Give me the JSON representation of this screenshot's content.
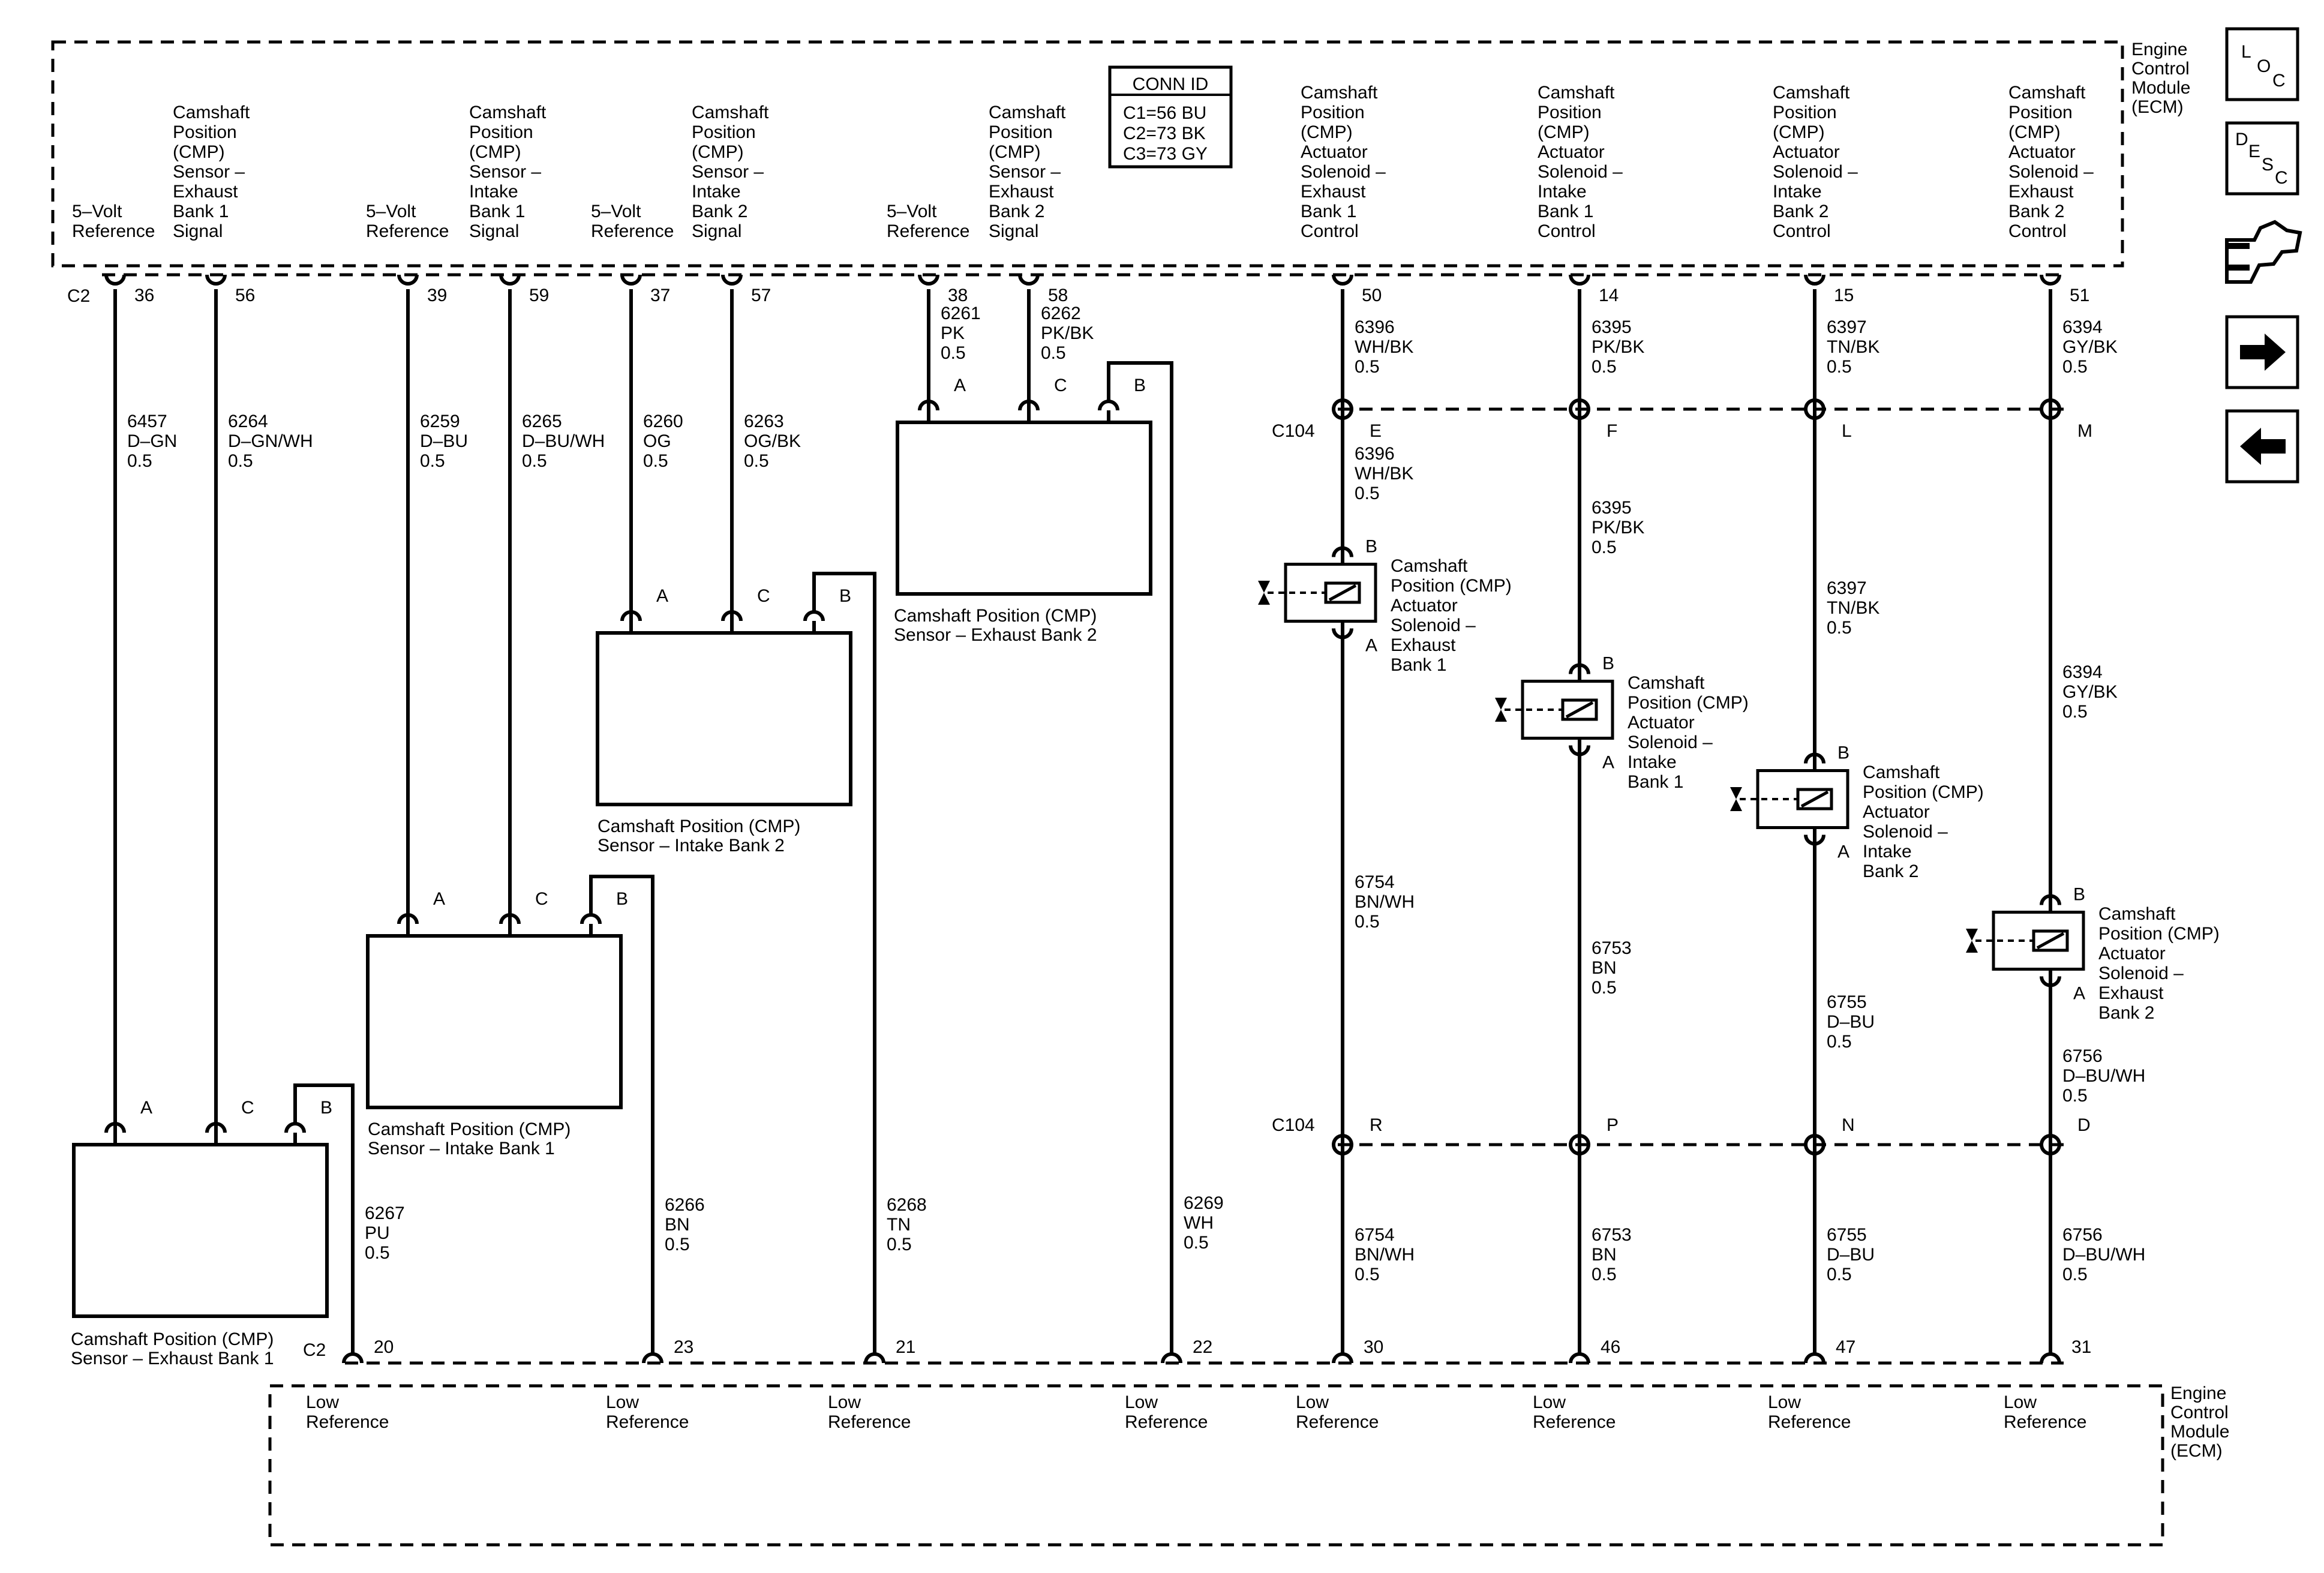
{
  "ecm_top": {
    "name": [
      "Engine",
      "Control",
      "Module",
      "(ECM)"
    ],
    "conn_id": {
      "title": "CONN ID",
      "lines": [
        "C1=56 BU",
        "C2=73 BK",
        "C3=73 GY"
      ]
    },
    "connector_label": "C2",
    "pins": [
      {
        "label": [
          "5–Volt",
          "Reference"
        ],
        "pin": "36"
      },
      {
        "label": [
          "Camshaft",
          "Position",
          "(CMP)",
          "Sensor –",
          "Exhaust",
          "Bank 1",
          "Signal"
        ],
        "pin": "56"
      },
      {
        "label": [
          "5–Volt",
          "Reference"
        ],
        "pin": "39"
      },
      {
        "label": [
          "Camshaft",
          "Position",
          "(CMP)",
          "Sensor –",
          "Intake",
          "Bank 1",
          "Signal"
        ],
        "pin": "59"
      },
      {
        "label": [
          "5–Volt",
          "Reference"
        ],
        "pin": "37"
      },
      {
        "label": [
          "Camshaft",
          "Position",
          "(CMP)",
          "Sensor –",
          "Intake",
          "Bank 2",
          "Signal"
        ],
        "pin": "57"
      },
      {
        "label": [
          "5–Volt",
          "Reference"
        ],
        "pin": "38"
      },
      {
        "label": [
          "Camshaft",
          "Position",
          "(CMP)",
          "Sensor –",
          "Exhaust",
          "Bank 2",
          "Signal"
        ],
        "pin": "58"
      },
      {
        "label": [
          "Camshaft",
          "Position",
          "(CMP)",
          "Actuator",
          "Solenoid –",
          "Exhaust",
          "Bank 1",
          "Control"
        ],
        "pin": "50"
      },
      {
        "label": [
          "Camshaft",
          "Position",
          "(CMP)",
          "Actuator",
          "Solenoid –",
          "Intake",
          "Bank 1",
          "Control"
        ],
        "pin": "14"
      },
      {
        "label": [
          "Camshaft",
          "Position",
          "(CMP)",
          "Actuator",
          "Solenoid –",
          "Intake",
          "Bank 2",
          "Control"
        ],
        "pin": "15"
      },
      {
        "label": [
          "Camshaft",
          "Position",
          "(CMP)",
          "Actuator",
          "Solenoid –",
          "Exhaust",
          "Bank 2",
          "Control"
        ],
        "pin": "51"
      }
    ]
  },
  "ecm_bottom": {
    "name": [
      "Engine",
      "Control",
      "Module",
      "(ECM)"
    ],
    "connector_label": "C2",
    "pin_label": [
      "Low",
      "Reference"
    ],
    "pins": [
      "20",
      "23",
      "21",
      "22",
      "30",
      "46",
      "47",
      "31"
    ]
  },
  "wires_top": [
    [
      "6457",
      "D–GN",
      "0.5"
    ],
    [
      "6264",
      "D–GN/WH",
      "0.5"
    ],
    [
      "6259",
      "D–BU",
      "0.5"
    ],
    [
      "6265",
      "D–BU/WH",
      "0.5"
    ],
    [
      "6260",
      "OG",
      "0.5"
    ],
    [
      "6263",
      "OG/BK",
      "0.5"
    ],
    [
      "6261",
      "PK",
      "0.5"
    ],
    [
      "6262",
      "PK/BK",
      "0.5"
    ],
    [
      "6396",
      "WH/BK",
      "0.5"
    ],
    [
      "6395",
      "PK/BK",
      "0.5"
    ],
    [
      "6397",
      "TN/BK",
      "0.5"
    ],
    [
      "6394",
      "GY/BK",
      "0.5"
    ]
  ],
  "wires_low": [
    [
      "6267",
      "PU",
      "0.5"
    ],
    [
      "6266",
      "BN",
      "0.5"
    ],
    [
      "6268",
      "TN",
      "0.5"
    ],
    [
      "6269",
      "WH",
      "0.5"
    ]
  ],
  "c104": {
    "label": "C104",
    "top_pins": [
      "E",
      "F",
      "L",
      "M"
    ],
    "bottom_pins": [
      "R",
      "P",
      "N",
      "D"
    ],
    "wires_mid_top": [
      [
        "6396",
        "WH/BK",
        "0.5"
      ],
      [
        "6395",
        "PK/BK",
        "0.5"
      ],
      [
        "6397",
        "TN/BK",
        "0.5"
      ],
      [
        "6394",
        "GY/BK",
        "0.5"
      ]
    ],
    "wires_mid_bottom": [
      [
        "6754",
        "BN/WH",
        "0.5"
      ],
      [
        "6753",
        "BN",
        "0.5"
      ],
      [
        "6755",
        "D–BU",
        "0.5"
      ],
      [
        "6756",
        "D–BU/WH",
        "0.5"
      ]
    ],
    "wires_bottom": [
      [
        "6754",
        "BN/WH",
        "0.5"
      ],
      [
        "6753",
        "BN",
        "0.5"
      ],
      [
        "6755",
        "D–BU",
        "0.5"
      ],
      [
        "6756",
        "D–BU/WH",
        "0.5"
      ]
    ]
  },
  "sensors": [
    {
      "name": [
        "Camshaft Position (CMP)",
        "Sensor – Exhaust Bank 1"
      ],
      "pins": [
        "A",
        "C",
        "B"
      ]
    },
    {
      "name": [
        "Camshaft Position (CMP)",
        "Sensor – Intake Bank 1"
      ],
      "pins": [
        "A",
        "C",
        "B"
      ]
    },
    {
      "name": [
        "Camshaft Position (CMP)",
        "Sensor – Intake Bank 2"
      ],
      "pins": [
        "A",
        "C",
        "B"
      ]
    },
    {
      "name": [
        "Camshaft Position (CMP)",
        "Sensor – Exhaust Bank 2"
      ],
      "pins": [
        "A",
        "C",
        "B"
      ]
    }
  ],
  "solenoids": [
    {
      "name": [
        "Camshaft",
        "Position (CMP)",
        "Actuator",
        "Solenoid –",
        "Exhaust",
        "Bank 1"
      ],
      "pins": [
        "B",
        "A"
      ]
    },
    {
      "name": [
        "Camshaft",
        "Position (CMP)",
        "Actuator",
        "Solenoid –",
        "Intake",
        "Bank 1"
      ],
      "pins": [
        "B",
        "A"
      ]
    },
    {
      "name": [
        "Camshaft",
        "Position (CMP)",
        "Actuator",
        "Solenoid –",
        "Intake",
        "Bank 2"
      ],
      "pins": [
        "B",
        "A"
      ]
    },
    {
      "name": [
        "Camshaft",
        "Position (CMP)",
        "Actuator",
        "Solenoid –",
        "Exhaust",
        "Bank 2"
      ],
      "pins": [
        "B",
        "A"
      ]
    }
  ],
  "nav": {
    "loc": [
      "L",
      "O",
      "C"
    ],
    "desc": [
      "D",
      "E",
      "S",
      "C"
    ],
    "icons": [
      "loc-icon",
      "desc-icon",
      "connector-icon",
      "next-arrow-icon",
      "previous-arrow-icon"
    ]
  }
}
